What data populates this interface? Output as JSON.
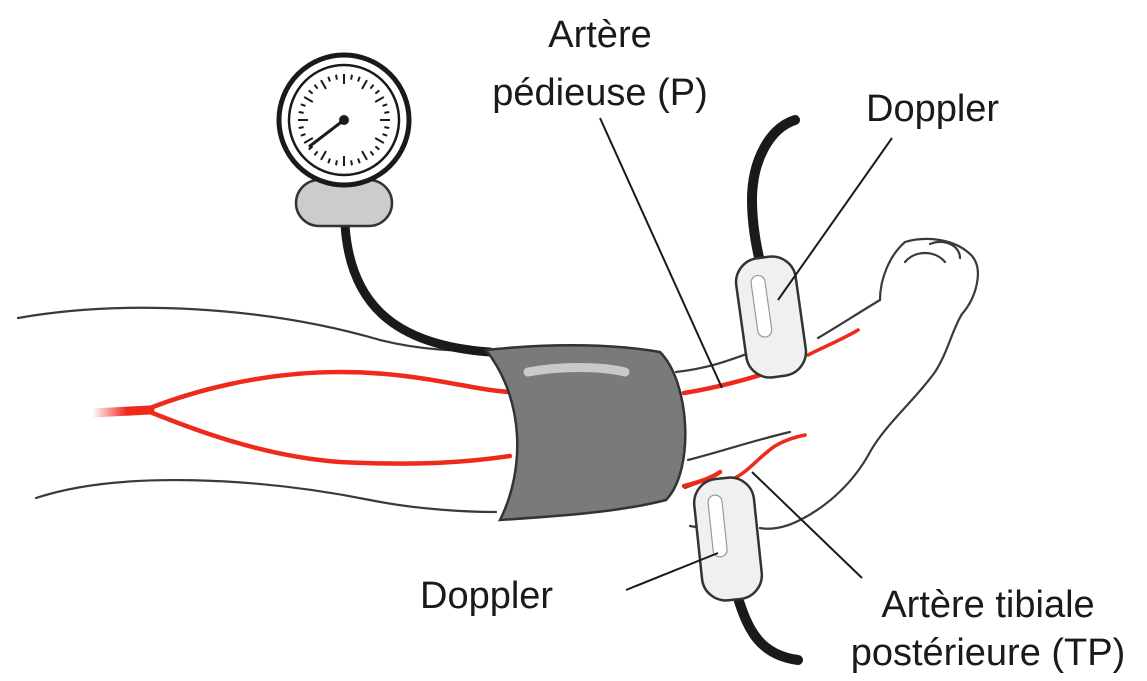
{
  "labels": {
    "pedal_artery_line1": "Artère",
    "pedal_artery_line2": "pédieuse (P)",
    "doppler_top": "Doppler",
    "doppler_bottom": "Doppler",
    "tibial_artery_line1": "Artère tibiale",
    "tibial_artery_line2": "postérieure (TP)"
  },
  "colors": {
    "artery": "#ee2a1d",
    "cuff": "#7a7a7a",
    "outline": "#3a3a3a",
    "tube": "#1a1a1a",
    "probe_fill": "#f0f0f0",
    "bulb": "#cccccc"
  },
  "icons": {
    "gauge": "sphygmomanometer-gauge-icon",
    "probe": "doppler-probe-icon"
  }
}
